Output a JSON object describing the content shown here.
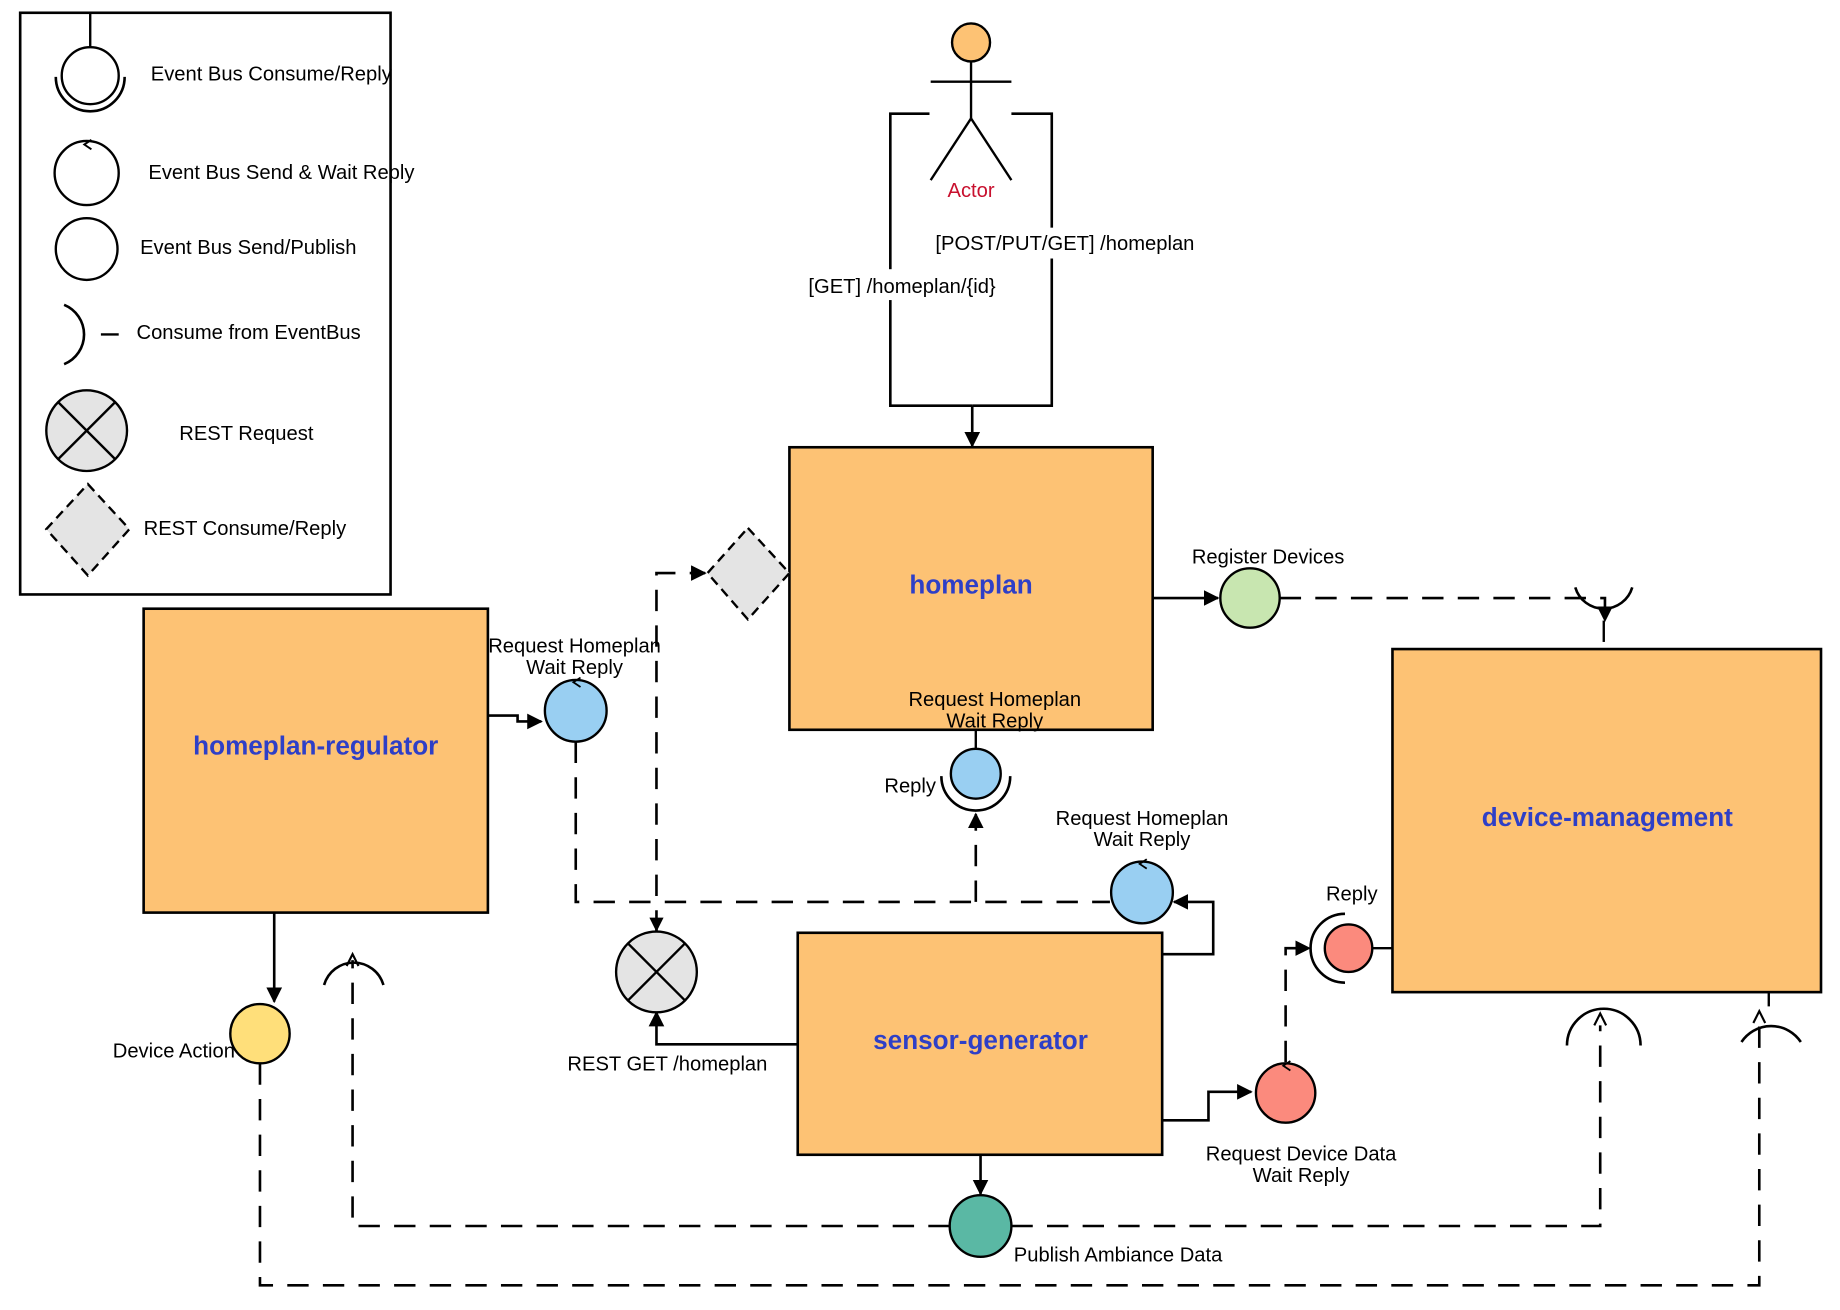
{
  "legend": {
    "items": [
      {
        "label": "Event Bus Consume/Reply",
        "icon": "consume-reply-icon"
      },
      {
        "label": "Event Bus Send & Wait Reply",
        "icon": "send-wait-reply-icon"
      },
      {
        "label": "Event Bus Send/Publish",
        "icon": "send-publish-icon"
      },
      {
        "label": "Consume from EventBus",
        "icon": "consume-icon"
      },
      {
        "label": "REST Request",
        "icon": "rest-request-icon"
      },
      {
        "label": "REST  Consume/Reply",
        "icon": "rest-consume-reply-icon"
      }
    ]
  },
  "actor": {
    "label": "Actor",
    "icon": "actor-icon"
  },
  "services": {
    "homeplan": "homeplan",
    "homeplan_regulator": "homeplan-regulator",
    "sensor_generator": "sensor-generator",
    "device_management": "device-management"
  },
  "edge_labels": {
    "get_homeplan_id": "[GET] /homeplan/{id}",
    "post_put_get_homeplan": "[POST/PUT/GET] /homeplan",
    "register_devices": "Register Devices",
    "request_homeplan_wait_reply_line1": "Request Homeplan",
    "request_homeplan_wait_reply_line2": "Wait Reply",
    "reply": "Reply",
    "rest_get_homeplan": "REST GET /homeplan",
    "device_action": "Device Action",
    "request_device_data_line1": "Request Device Data",
    "request_device_data_line2": "Wait Reply",
    "publish_ambiance_data": "Publish Ambiance Data"
  },
  "colors": {
    "service_fill": "#fdc274",
    "service_title": "#2e3fc7",
    "actor_head": "#fdc274",
    "actor_label": "#c8102e",
    "register_devices": "#c8e6b0",
    "request_homeplan": "#99cff2",
    "device_action": "#ffdf7a",
    "request_device_data": "#fb8a7d",
    "publish_ambiance": "#5ab8a4",
    "rest_shape": "#e4e4e4"
  }
}
